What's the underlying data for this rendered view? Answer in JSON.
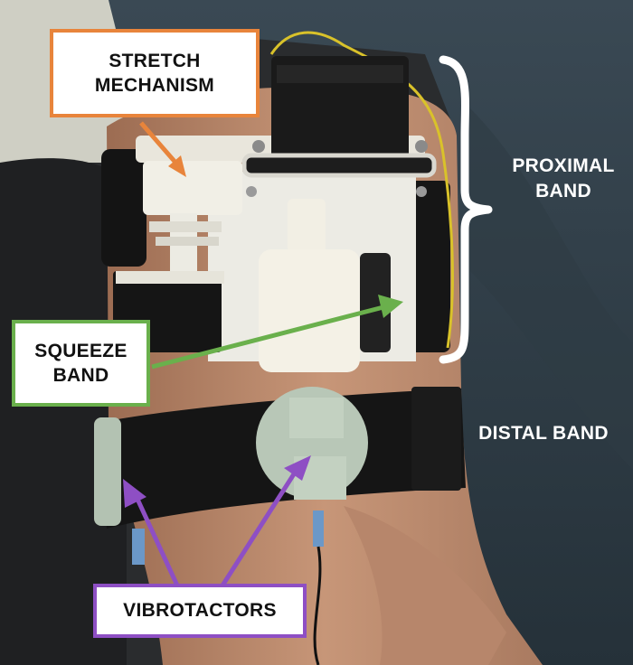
{
  "labels": {
    "stretch_line1": "STRETCH",
    "stretch_line2": "MECHANISM",
    "squeeze_line1": "SQUEEZE",
    "squeeze_line2": "BAND",
    "vibrotactors": "VIBROTACTORS",
    "proximal_line1": "PROXIMAL",
    "proximal_line2": "BAND",
    "distal": "DISTAL BAND"
  },
  "colors": {
    "stretch_accent": "#e8843b",
    "squeeze_accent": "#6ab04c",
    "vibrotactor_accent": "#8e4fc4",
    "bracket": "#ffffff"
  }
}
